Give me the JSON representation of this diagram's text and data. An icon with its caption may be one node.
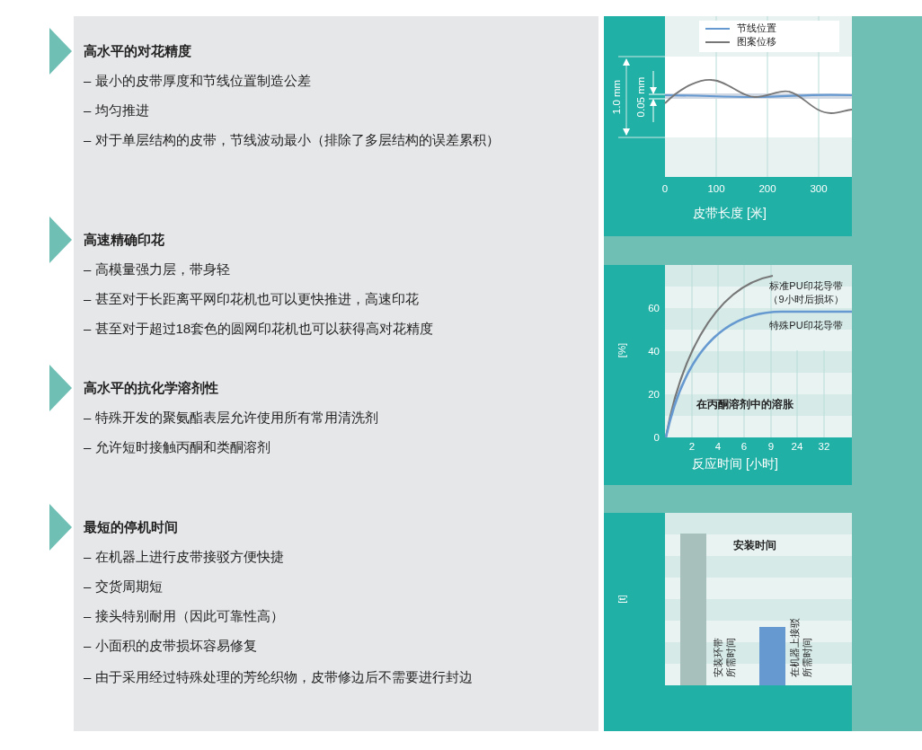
{
  "diagram": {
    "labels": [
      "高水平的对花精度",
      "– 最小的皮带厚度和节线位置制造公差",
      "– 均匀推进",
      "– 对于单层结构的皮带，节线波动最小（排除了多层结构的误差累积）",
      "高速精确印花",
      "– 高模量强力层，带身轻",
      "– 甚至对于长距离平网印花机也可以更快推进，高速印花",
      "– 甚至对于超过18套色的圆网印花机也可以获得高对花精度",
      "高水平的抗化学溶剂性",
      "– 特殊开发的聚氨酯表层允许使用所有常用清洗剂",
      "– 允许短时接触丙酮和类酮溶剂",
      "最短的停机时间",
      "– 在机器上进行皮带接驳方便快捷",
      "– 交货周期短",
      "– 接头特别耐用（因此可靠性高）",
      "– 小面积的皮带损坏容易修复",
      "– 由于采用经过特殊处理的芳纶织物，皮带修边后不需要进行封边",
      "1.0 mm",
      "0.05 mm",
      "0",
      "100",
      "200",
      "300",
      "皮带长度 [米]",
      "60",
      "40",
      "20",
      "0",
      "2",
      "4",
      "6",
      "9",
      "24",
      "32",
      "[%]",
      "标准PU印花导带（9小时后损坏）",
      "特殊PU印花导带",
      "在丙酮溶剂中的溶胀",
      "反应时间 [小时]",
      "[t]",
      "安装时间",
      "安装环带所需时间",
      "在机器上接驳所需时间"
    ],
    "legend": [
      {
        "text": "节线位置"
      },
      {
        "text": "图案位移"
      }
    ]
  }
}
